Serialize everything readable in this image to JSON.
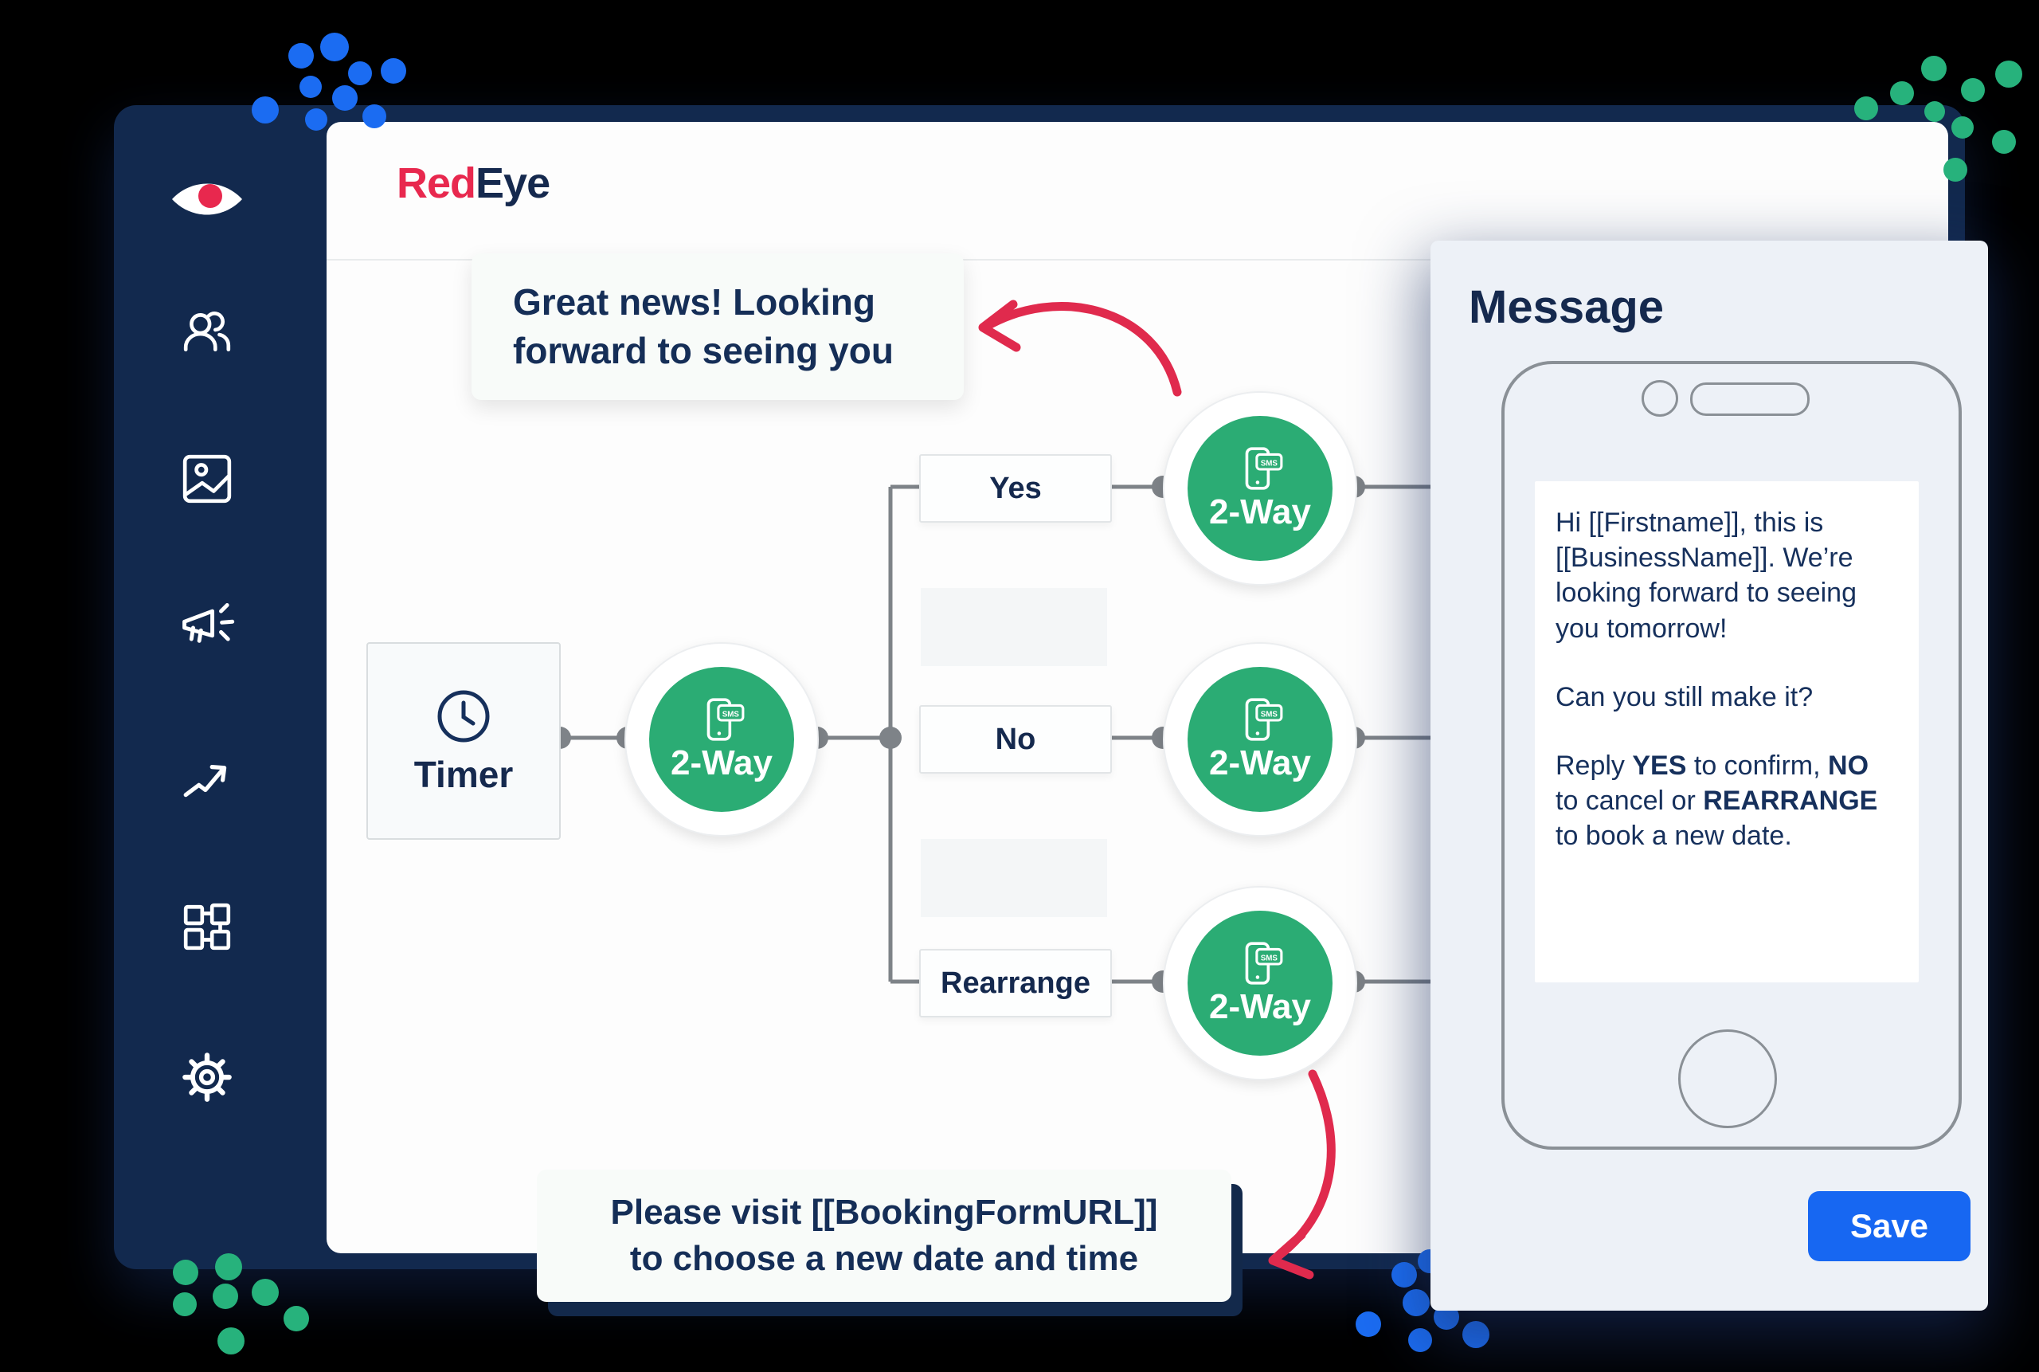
{
  "app": {
    "background": "#000000",
    "window_color": "#12294E",
    "canvas_color": "#FDFDFD"
  },
  "brand": {
    "red_part": "Red",
    "navy_part": "Eye",
    "red": "#E8284E",
    "navy": "#15294E"
  },
  "sidebar": {
    "icons": [
      {
        "name": "redeye-eye-logo"
      },
      {
        "name": "contacts"
      },
      {
        "name": "media"
      },
      {
        "name": "campaigns"
      },
      {
        "name": "reports"
      },
      {
        "name": "automations"
      },
      {
        "name": "settings"
      }
    ]
  },
  "flow": {
    "timer_label": "Timer",
    "node_label": "2-Way",
    "sms_badge": "SMS",
    "branch_labels": [
      "Yes",
      "No",
      "Rearrange"
    ],
    "node_color": "#2BAC74",
    "connector_color": "#7E8388"
  },
  "callouts": {
    "arrow_color": "#E02A4D",
    "top": {
      "line1": "Great news! Looking",
      "line2": "forward to seeing you"
    },
    "bottom": {
      "line1": "Please visit [[BookingFormURL]]",
      "line2": "to choose a new date and time"
    }
  },
  "panel": {
    "title": "Message",
    "save_label": "Save",
    "save_color": "#1767F2",
    "message": {
      "p1": "Hi [[Firstname]],  this is [[BusinessName]]. We’re looking forward to seeing you tomorrow!",
      "p2": "Can you still make it?",
      "p3_segments": [
        {
          "t": "Reply "
        },
        {
          "t": "YES"
        },
        {
          "t": " to confirm, "
        },
        {
          "t": "NO"
        },
        {
          "t": " to cancel or "
        },
        {
          "t": "REARRANGE"
        },
        {
          "t": " to book a new date."
        }
      ]
    }
  },
  "decor": {
    "blue": "#1B6CF2",
    "green": "#27B27C",
    "clusters": [
      {
        "color": "blue",
        "dots": [
          [
            378,
            70,
            16
          ],
          [
            420,
            59,
            18
          ],
          [
            452,
            92,
            15
          ],
          [
            494,
            89,
            16
          ],
          [
            390,
            109,
            14
          ],
          [
            433,
            123,
            16
          ],
          [
            333,
            138,
            17
          ],
          [
            397,
            150,
            14
          ],
          [
            470,
            146,
            15
          ]
        ]
      },
      {
        "color": "green",
        "dots": [
          [
            2428,
            86,
            16
          ],
          [
            2522,
            93,
            17
          ],
          [
            2477,
            113,
            15
          ],
          [
            2388,
            117,
            15
          ],
          [
            2343,
            136,
            15
          ],
          [
            2429,
            140,
            13
          ],
          [
            2464,
            160,
            14
          ],
          [
            2516,
            178,
            15
          ],
          [
            2455,
            213,
            15
          ]
        ]
      },
      {
        "color": "green",
        "dots": [
          [
            233,
            1597,
            16
          ],
          [
            287,
            1590,
            17
          ],
          [
            232,
            1637,
            15
          ],
          [
            283,
            1627,
            16
          ],
          [
            333,
            1622,
            17
          ],
          [
            372,
            1655,
            16
          ],
          [
            290,
            1683,
            17
          ]
        ]
      },
      {
        "color": "blue",
        "dots": [
          [
            1763,
            1600,
            16
          ],
          [
            1795,
            1583,
            15
          ],
          [
            1778,
            1635,
            17
          ],
          [
            1816,
            1653,
            16
          ],
          [
            1853,
            1675,
            17
          ],
          [
            1783,
            1682,
            15
          ],
          [
            1718,
            1662,
            16
          ]
        ]
      }
    ]
  }
}
